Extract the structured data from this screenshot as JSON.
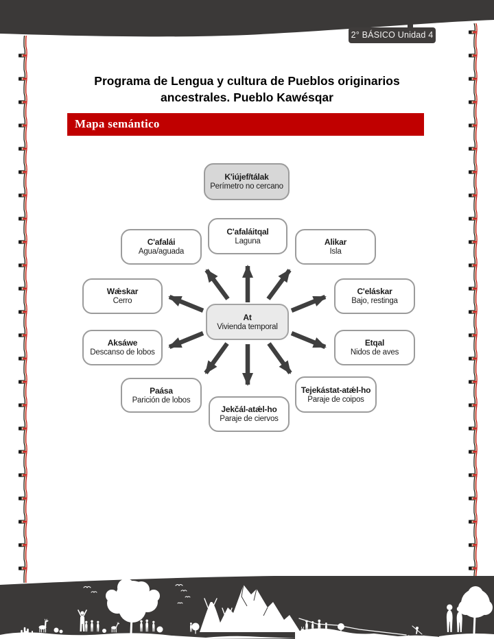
{
  "page": {
    "unit_badge": "2° BÁSICO Unidad 4",
    "title_line1": "Programa de Lengua y cultura de Pueblos originarios",
    "title_line2": "ancestrales. Pueblo Kawésqar",
    "section_banner": "Mapa semántico"
  },
  "colors": {
    "banner_red": "#c00000",
    "band_dark": "#3b3938",
    "node_border_gray": "#9b9b9b",
    "gray_node_fill": "#d7d7d7",
    "center_node_fill": "#eaeaea",
    "arrow_gray": "#3f3f3f",
    "side_pattern_red": "#cc1111",
    "side_pattern_black": "#1a1a1a",
    "side_pattern_tan": "#c49a6c"
  },
  "diagram": {
    "center": {
      "term": "At",
      "gloss": "Vivienda temporal"
    },
    "nodes": [
      {
        "term": "K'iújef/tálak",
        "gloss": "Perímetro no cercano"
      },
      {
        "term": "C'afalái",
        "gloss": "Agua/aguada"
      },
      {
        "term": "C'afaláitqal",
        "gloss": "Laguna"
      },
      {
        "term": "Alikar",
        "gloss": "Isla"
      },
      {
        "term": "Wǽskar",
        "gloss": "Cerro"
      },
      {
        "term": "C'eláskar",
        "gloss": "Bajo, restinga"
      },
      {
        "term": "Aksáwe",
        "gloss": "Descanso de lobos"
      },
      {
        "term": "Etqal",
        "gloss": "Nidos de aves"
      },
      {
        "term": "Paása",
        "gloss": "Parición de lobos"
      },
      {
        "term": "Jekčál-atǽl-ho",
        "gloss": "Paraje de ciervos"
      },
      {
        "term": "Tejekástat-atǽl-ho",
        "gloss": "Paraje de coipos"
      }
    ],
    "connections": [
      {
        "from": "At",
        "to": "C'afaláitqal"
      },
      {
        "from": "At",
        "to": "C'afalái"
      },
      {
        "from": "At",
        "to": "Alikar"
      },
      {
        "from": "At",
        "to": "Wǽskar"
      },
      {
        "from": "At",
        "to": "C'eláskar"
      },
      {
        "from": "At",
        "to": "Aksáwe"
      },
      {
        "from": "At",
        "to": "Etqal"
      },
      {
        "from": "At",
        "to": "Paása"
      },
      {
        "from": "At",
        "to": "Jekčál-atǽl-ho"
      },
      {
        "from": "At",
        "to": "Tejekástat-atǽl-ho"
      }
    ]
  }
}
